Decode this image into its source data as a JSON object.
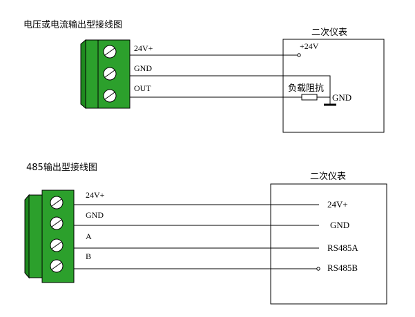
{
  "diagram1": {
    "title": "电压或电流输出型接线图",
    "terminals": [
      "24V+",
      "GND",
      "OUT"
    ],
    "instrument_title": "二次仪表",
    "instrument_supply": "+24V",
    "load_label": "负载阻抗",
    "ground_label": "GND"
  },
  "diagram2": {
    "title": "485输出型接线图",
    "terminals": [
      "24V+",
      "GND",
      "A",
      "B"
    ],
    "instrument_title": "二次仪表",
    "instrument_labels": [
      "24V+",
      "GND",
      "RS485A",
      "RS485B"
    ]
  }
}
